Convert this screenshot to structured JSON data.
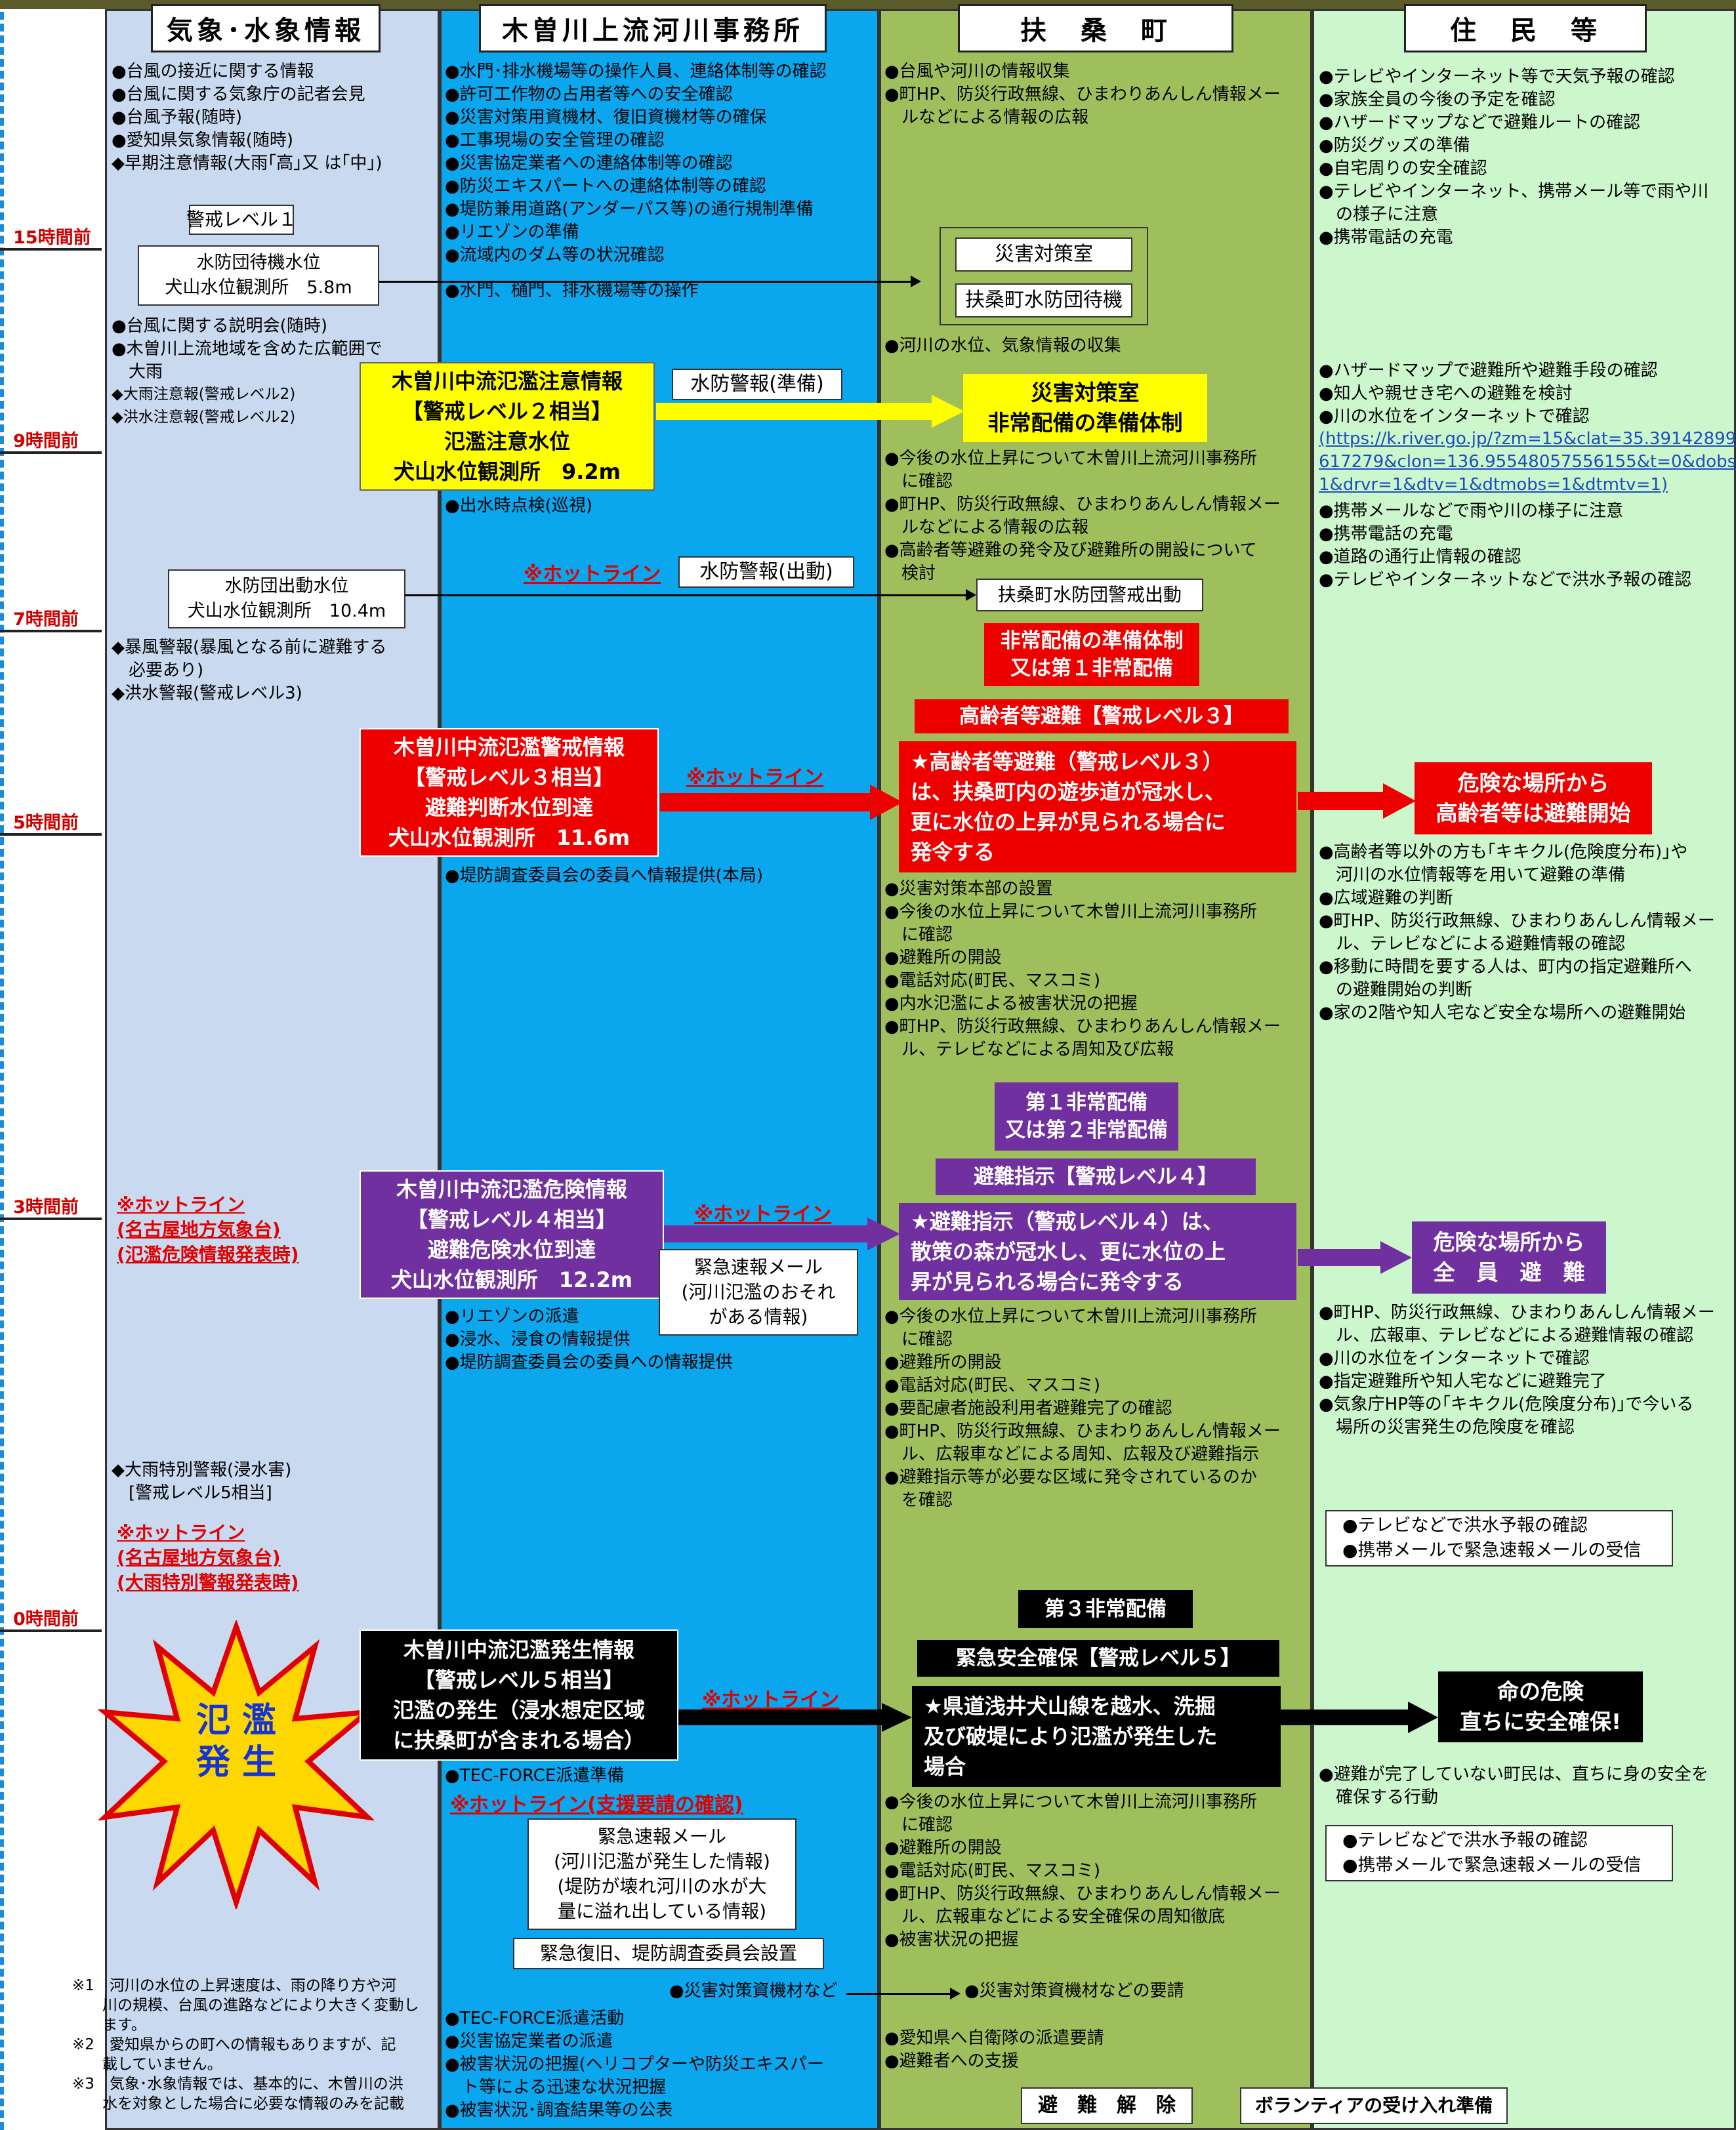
{
  "headers": {
    "weather": "気象･水象情報",
    "office": "木曽川上流河川事務所",
    "town": "扶　桑　町",
    "residents": "住　民　等"
  },
  "time_labels": [
    "15時間前",
    "9時間前",
    "7時間前",
    "5時間前",
    "3時間前",
    "0時間前"
  ],
  "weather": {
    "group1": "●台風の接近に関する情報\n●台風に関する気象庁の記者会見\n●台風予報(随時)\n●愛知県気象情報(随時)\n◆早期注意情報(大雨｢高｣又 は｢中｣)",
    "level1_label": "警戒レベル１",
    "standby_box": "水防団待機水位\n犬山水位観測所　5.8m",
    "group2": "●台風に関する説明会(随時)\n●木曽川上流地域を含めた広範囲で\n　大雨",
    "group2b": "◆大雨注意報(警戒レベル2)\n◆洪水注意報(警戒レベル2)",
    "dispatch_box": "水防団出動水位\n犬山水位観測所　10.4m",
    "group3": "◆暴風警報(暴風となる前に避難する\n　必要あり)\n◆洪水警報(警戒レベル3)",
    "hotline_3h": "※ホットライン\n(名古屋地方気象台)\n(氾濫危険情報発表時)",
    "group4": "◆大雨特別警報(浸水害)\n　[警戒レベル5相当]",
    "hotline_0h": "※ホットライン\n(名古屋地方気象台)\n(大雨特別警報発表時)",
    "burst": "氾 濫\n発 生",
    "notes": "※1　河川の水位の上昇速度は、雨の降り方や河\n　　川の規模、台風の進路などにより大きく変動し\n　　ます。\n※2　愛知県からの町への情報もありますが、記\n　　載していません。\n※3　気象･水象情報では、基本的に、木曽川の洪\n　　水を対象とした場合に必要な情報のみを記載"
  },
  "office": {
    "group1": "●水門･排水機場等の操作人員、連絡体制等の確認\n●許可工作物の占用者等への安全確認\n●災害対策用資機材、復旧資機材等の確保\n●工事現場の安全管理の確認\n●災害協定業者への連絡体制等の確認\n●防災エキスパートへの連絡体制等の確認\n●堤防兼用道路(アンダーパス等)の通行規制準備\n●リエゾンの準備\n●流域内のダム等の状況確認",
    "gates": "●水門、樋門、排水機場等の操作",
    "yellow_box": "木曽川中流氾濫注意情報\n【警戒レベル２相当】\n氾濫注意水位\n犬山水位観測所　9.2m",
    "prep_box": "水防警報(準備)",
    "patrol": "●出水時点検(巡視)",
    "hotline1": "※ホットライン",
    "dispatch_warn": "水防警報(出動)",
    "red_box": "木曽川中流氾濫警戒情報\n【警戒レベル３相当】\n避難判断水位到達\n犬山水位観測所　11.6m",
    "hotline2": "※ホットライン",
    "levee1": "●堤防調査委員会の委員へ情報提供(本局)",
    "purple_box": "木曽川中流氾濫危険情報\n【警戒レベル４相当】\n避難危険水位到達\n犬山水位観測所　12.2m",
    "hotline3": "※ホットライン",
    "urgent_mail1": "緊急速報メール\n(河川氾濫のおそれ\nがある情報)",
    "group2": "●リエゾンの派遣\n●浸水、浸食の情報提供\n●堤防調査委員会の委員への情報提供",
    "black_box": "木曽川中流氾濫発生情報\n【警戒レベル５相当】\n氾濫の発生（浸水想定区域\nに扶桑町が含まれる場合）",
    "hotline4": "※ホットライン",
    "tecforce_prep": "●TEC-FORCE派遣準備",
    "hotline_support": "※ホットライン(支援要請の確認)",
    "urgent_mail2": "緊急速報メール\n(河川氾濫が発生した情報)\n(堤防が壊れ河川の水が大\n量に溢れ出している情報)",
    "recovery": "緊急復旧、堤防調査委員会設置",
    "materials": "●災害対策資機材など",
    "group3": "●TEC-FORCE派遣活動\n●災害協定業者の派遣\n●被害状況の把握(ヘリコプターや防災エキスパー\n　ト等による迅速な状況把握\n●被害状況･調査結果等の公表"
  },
  "town": {
    "group1": "●台風や河川の情報収集\n●町HP、防災行政無線、ひまわりあんしん情報メー\n　ルなどによる情報の広報",
    "hq_box": "災害対策室",
    "standby_box": "扶桑町水防団待機",
    "water_info": "●河川の水位、気象情報の収集",
    "yellow_box": "災害対策室\n非常配備の準備体制",
    "group2": "●今後の水位上昇について木曽川上流河川事務所\n　に確認\n●町HP、防災行政無線、ひまわりあんしん情報メー\n　ルなどによる情報の広報\n●高齢者等避難の発令及び避難所の開設について\n　検討",
    "dispatch_box": "扶桑町水防団警戒出動",
    "red_prep": "非常配備の準備体制\n又は第１非常配備",
    "red_level3": "高齢者等避難【警戒レベル３】",
    "red_main": "★高齢者等避難（警戒レベル３）\nは、扶桑町内の遊歩道が冠水し、\n更に水位の上昇が見られる場合に\n発令する",
    "group3": "●災害対策本部の設置\n●今後の水位上昇について木曽川上流河川事務所\n　に確認\n●避難所の開設\n●電話対応(町民、マスコミ)\n●内水氾濫による被害状況の把握\n●町HP、防災行政無線、ひまわりあんしん情報メー\n　ル、テレビなどによる周知及び広報",
    "purple_prep": "第１非常配備\n又は第２非常配備",
    "purple_level4": "避難指示【警戒レベル４】",
    "purple_main": "★避難指示（警戒レベル４）は、\n散策の森が冠水し、更に水位の上\n昇が見られる場合に発令する",
    "group4": "●今後の水位上昇について木曽川上流河川事務所\n　に確認\n●避難所の開設\n●電話対応(町民、マスコミ)\n●要配慮者施設利用者避難完了の確認\n●町HP、防災行政無線、ひまわりあんしん情報メー\n　ル、広報車などによる周知、広報及び避難指示\n●避難指示等が必要な区域に発令されているのか\n　を確認",
    "black_prep": "第３非常配備",
    "black_level5": "緊急安全確保【警戒レベル５】",
    "black_main": "★県道浅井犬山線を越水、洗掘\n及び破堤により氾濫が発生した\n場合",
    "group5": "●今後の水位上昇について木曽川上流河川事務所\n　に確認\n●避難所の開設\n●電話対応(町民、マスコミ)\n●町HP、防災行政無線、ひまわりあんしん情報メー\n　ル、広報車などによる安全確保の周知徹底\n●被害状況の把握",
    "materials": "●災害対策資機材などの要請",
    "group6": "●愛知県へ自衛隊の派遣要請\n●避難者への支援",
    "release": "避　難　解　除",
    "volunteer": "ボランティアの受け入れ準備"
  },
  "residents": {
    "group1": "●テレビやインターネット等で天気予報の確認\n●家族全員の今後の予定を確認\n●ハザードマップなどで避難ルートの確認\n●防災グッズの準備\n●自宅周りの安全確認\n●テレビやインターネット、携帯メール等で雨や川\n　の様子に注意\n●携帯電話の充電",
    "group2": "●ハザードマップで避難所や避難手段の確認\n●知人や親せき宅への避難を検討\n●川の水位をインターネットで確認",
    "link": "(https://k.river.go.jp/?zm=15&clat=35.39142899\n617279&clon=136.95548057556155&t=0&dobs=\n1&drvr=1&dtv=1&dtmobs=1&dtmtv=1)",
    "group3": "●携帯メールなどで雨や川の様子に注意\n●携帯電話の充電\n●道路の通行止情報の確認\n●テレビやインターネットなどで洪水予報の確認",
    "red_box": "危険な場所から\n高齢者等は避難開始",
    "group4": "●高齢者等以外の方も｢キキクル(危険度分布)｣や\n　河川の水位情報等を用いて避難の準備\n●広域避難の判断\n●町HP、防災行政無線、ひまわりあんしん情報メー\n　ル、テレビなどによる避難情報の確認\n●移動に時間を要する人は、町内の指定避難所へ\n　の避難開始の判断\n●家の2階や知人宅など安全な場所への避難開始",
    "purple_box": "危険な場所から\n全　員　避　難",
    "group5": "●町HP、防災行政無線、ひまわりあんしん情報メー\n　ル、広報車、テレビなどによる避難情報の確認\n●川の水位をインターネットで確認\n●指定避難所や知人宅などに避難完了\n●気象庁HP等の｢キキクル(危険度分布)｣で今いる\n　場所の災害発生の危険度を確認",
    "box1": "●テレビなどで洪水予報の確認\n●携帯メールで緊急速報メールの受信",
    "black_box": "命の危険\n直ちに安全確保!",
    "group6": "●避難が完了していない町民は、直ちに身の安全を\n　確保する行動",
    "box2": "●テレビなどで洪水予報の確認\n●携帯メールで緊急速報メールの受信"
  },
  "colors": {
    "weather": "#c9d9ef",
    "office": "#0aa6ee",
    "town": "#9fbf5d",
    "residents": "#ccf7cc",
    "red": "#ee0000",
    "purple": "#7030a0",
    "yellow": "#ffff00"
  }
}
